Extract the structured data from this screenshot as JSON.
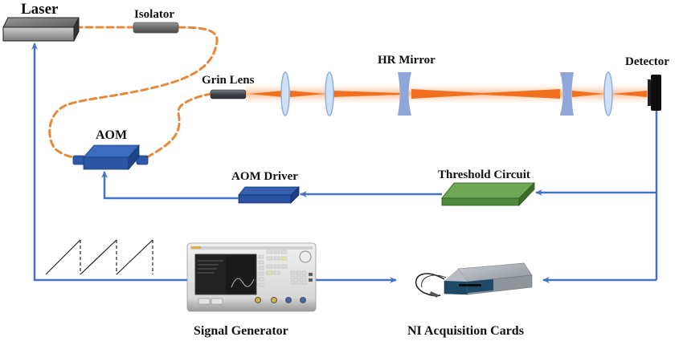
{
  "labels": {
    "laser": "Laser",
    "isolator": "Isolator",
    "grin_lens": "Grin Lens",
    "hr_mirror": "HR Mirror",
    "detector": "Detector",
    "aom": "AOM",
    "aom_driver": "AOM Driver",
    "threshold_circuit": "Threshold Circuit",
    "signal_generator": "Signal Generator",
    "ni_acquisition": "NI  Acquisition Cards"
  },
  "colors": {
    "fiber": "#e8883a",
    "signal_line": "#4472c4",
    "beam": "#f07020",
    "beam_glow": "#f8c8a0",
    "lens": "#b9d3f0",
    "mirror": "#8fa7d8",
    "aom_body": "#2e5aa8",
    "threshold_body": "#5e9a45",
    "laser_body": "#8a8a8a",
    "detector_body": "#111111"
  },
  "connections": [
    {
      "from": "detector",
      "to": "threshold_circuit"
    },
    {
      "from": "threshold_circuit",
      "to": "aom_driver"
    },
    {
      "from": "aom_driver",
      "to": "aom"
    },
    {
      "from": "detector",
      "to": "ni_acquisition"
    },
    {
      "from": "signal_generator",
      "to": "ni_acquisition"
    },
    {
      "from": "signal_generator",
      "to": "laser"
    }
  ],
  "waveform": {
    "type": "sawtooth",
    "periods": 3
  }
}
